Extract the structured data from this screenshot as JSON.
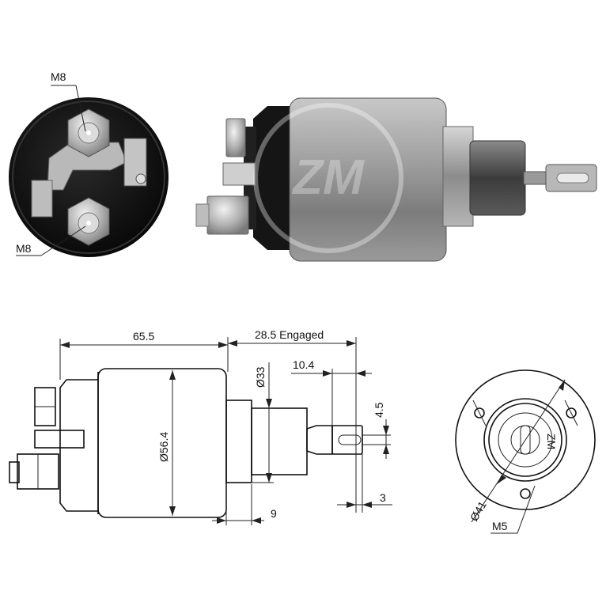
{
  "photos": {
    "end_view": {
      "terminal_top_label": "M8",
      "terminal_bottom_label": "M8"
    },
    "side_view": {
      "watermark": "ZM"
    }
  },
  "drawing": {
    "side": {
      "body_length": "65.5",
      "plunger_travel": "28.5 Engaged",
      "body_diameter": "Ø56.4",
      "nose_diameter": "Ø33",
      "link_offset": "10.4",
      "slot_width": "4.5",
      "hole_offset": "3",
      "nose_length": "9"
    },
    "end": {
      "bolt_circle": "Ø41",
      "mount_thread": "M5",
      "center_mark": "ZM"
    }
  },
  "colors": {
    "line": "#222222",
    "body_photo": "#9a9a9a",
    "cap_photo": "#111111"
  }
}
